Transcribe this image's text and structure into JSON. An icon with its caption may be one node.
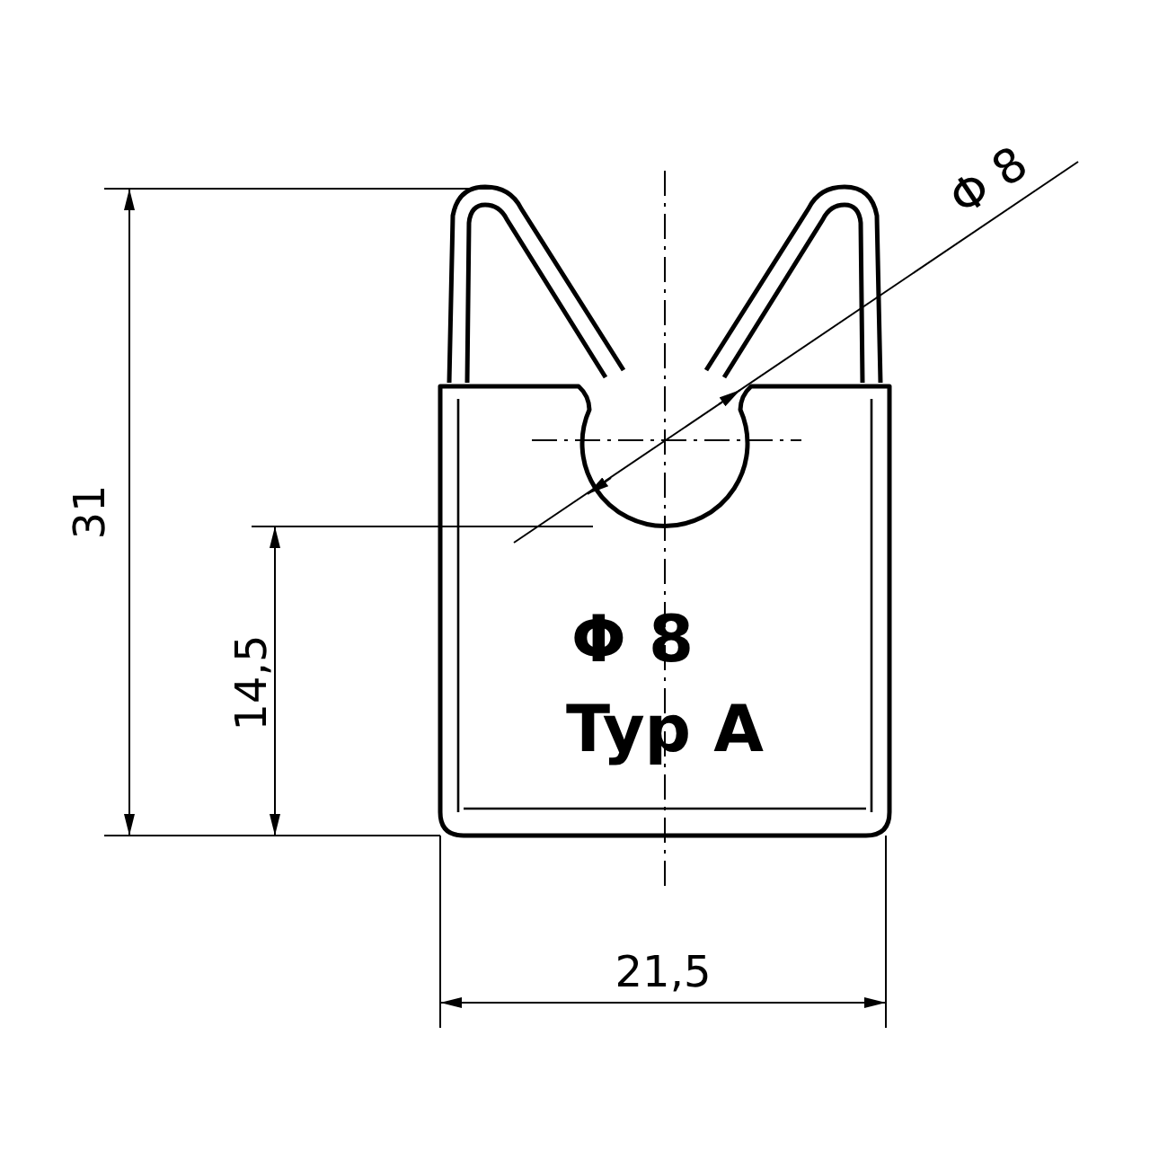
{
  "diagram": {
    "labels": [
      "Φ 8",
      "31",
      "14,5",
      "Φ 8",
      "Typ A",
      "21,5"
    ]
  }
}
